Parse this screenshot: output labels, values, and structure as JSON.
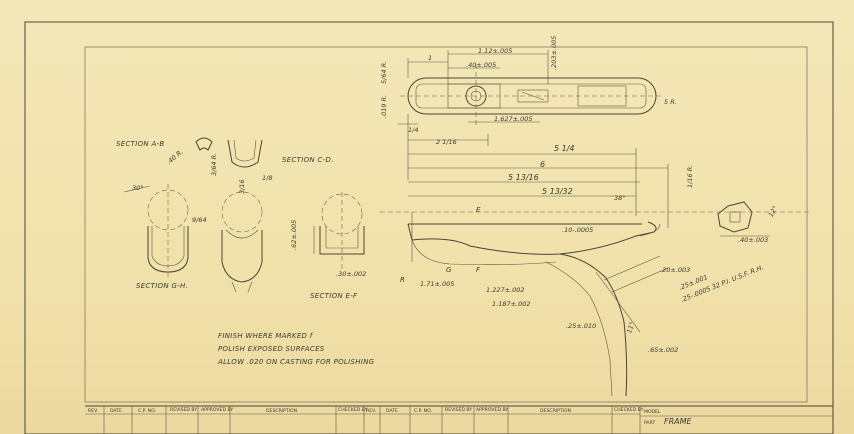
{
  "dimensions": {
    "d_112": "1.12±.005",
    "d_40": ".40±.005",
    "d_203": ".203±.005",
    "d_1_top": "1",
    "d_5_64r": "5/64 R.",
    "d_019r": ".019 R.",
    "d_5r": "5 R.",
    "d_1_4": "1/4",
    "d_2_1_16": "2 1/16",
    "d_1627": "1.627±.005",
    "d_5_1_4": "5 1/4",
    "d_6": "6",
    "d_5_13_16": "5 13/16",
    "d_5_13_32": "5 13/32",
    "d_30deg": "30°",
    "d_38deg": "38°",
    "d_12deg": "12°",
    "d_10_0005": ".10-.0005",
    "d_62": ".62±.005",
    "d_302": ".30±.002",
    "d_171": "1.71±.005",
    "d_1227": "1.227±.002",
    "d_1187": "1.187±.002",
    "d_252": ".25±.010",
    "d_2025": ".20±.003",
    "d_250005": ".25-.0005 32 P.I. U.S.F. R.H.",
    "d_2501": ".25±.001",
    "d_40_003": ".40±.003",
    "d_65": ".65±.002",
    "d_40r": ".40 R.",
    "d_3_64r": "3/64 R.",
    "d_9_64": "9/64",
    "d_1_16r": "1/16 R.",
    "d_1_8": "1/8",
    "d_3_16": "3/16",
    "d_11deg": "11°"
  },
  "section_labels": {
    "ab": "SECTION A-B",
    "cd": "SECTION C-D.",
    "gh": "SECTION G-H.",
    "ef": "SECTION E-F"
  },
  "letters": {
    "e": "E",
    "f": "F",
    "g": "G",
    "r": "R"
  },
  "notes": [
    "FINISH WHERE MARKED f",
    "POLISH EXPOSED SURFACES",
    "ALLOW .020 ON CASTING FOR POLISHING"
  ],
  "title_block": {
    "headers": [
      "REV.",
      "DATE",
      "C.P. NO.",
      "REVISED BY",
      "APPROVED BY",
      "DESCRIPTION",
      "CHECKED BY",
      "REV.",
      "DATE",
      "C.P. NO.",
      "REVISED BY",
      "APPROVED BY",
      "DESCRIPTION",
      "CHECKED BY"
    ],
    "model_label": "MODEL",
    "part_label": "PART",
    "part_name": "FRAME"
  }
}
